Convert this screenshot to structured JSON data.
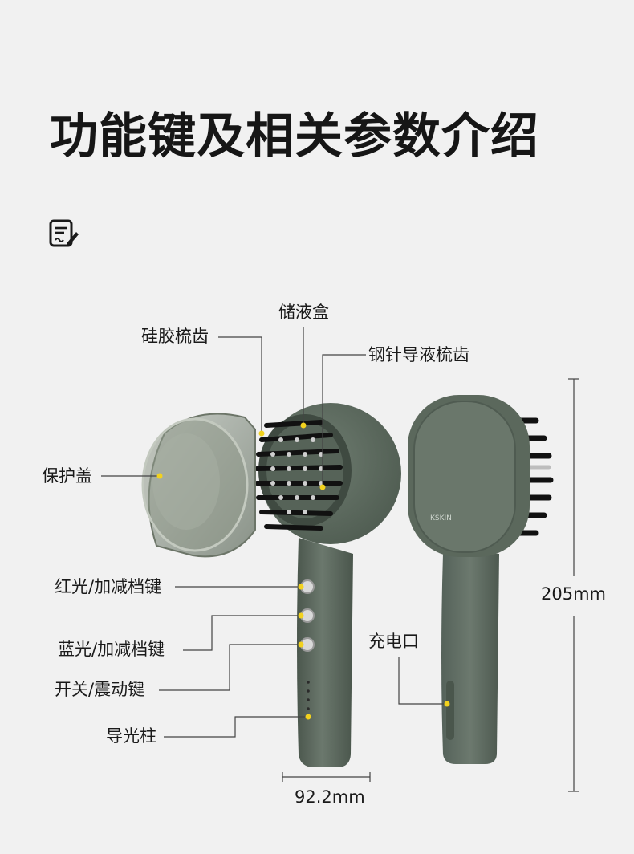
{
  "title": "功能键及相关参数介绍",
  "labels": {
    "reservoir": "储液盒",
    "silicone_teeth": "硅胶梳齿",
    "steel_needle_teeth": "钢针导液梳齿",
    "cover": "保护盖",
    "red_light_key": "红光/加减档键",
    "blue_light_key": "蓝光/加减档键",
    "power_key": "开关/震动键",
    "light_guide": "导光柱",
    "charge_port": "充电口"
  },
  "dimensions": {
    "height": "205mm",
    "width": "92.2mm"
  },
  "brand": "KSKIN",
  "colors": {
    "body": "#5d6a5f",
    "accent_dot": "#f2d21e",
    "background": "#f1f1f1"
  },
  "icons": [
    "document-edit-icon"
  ]
}
